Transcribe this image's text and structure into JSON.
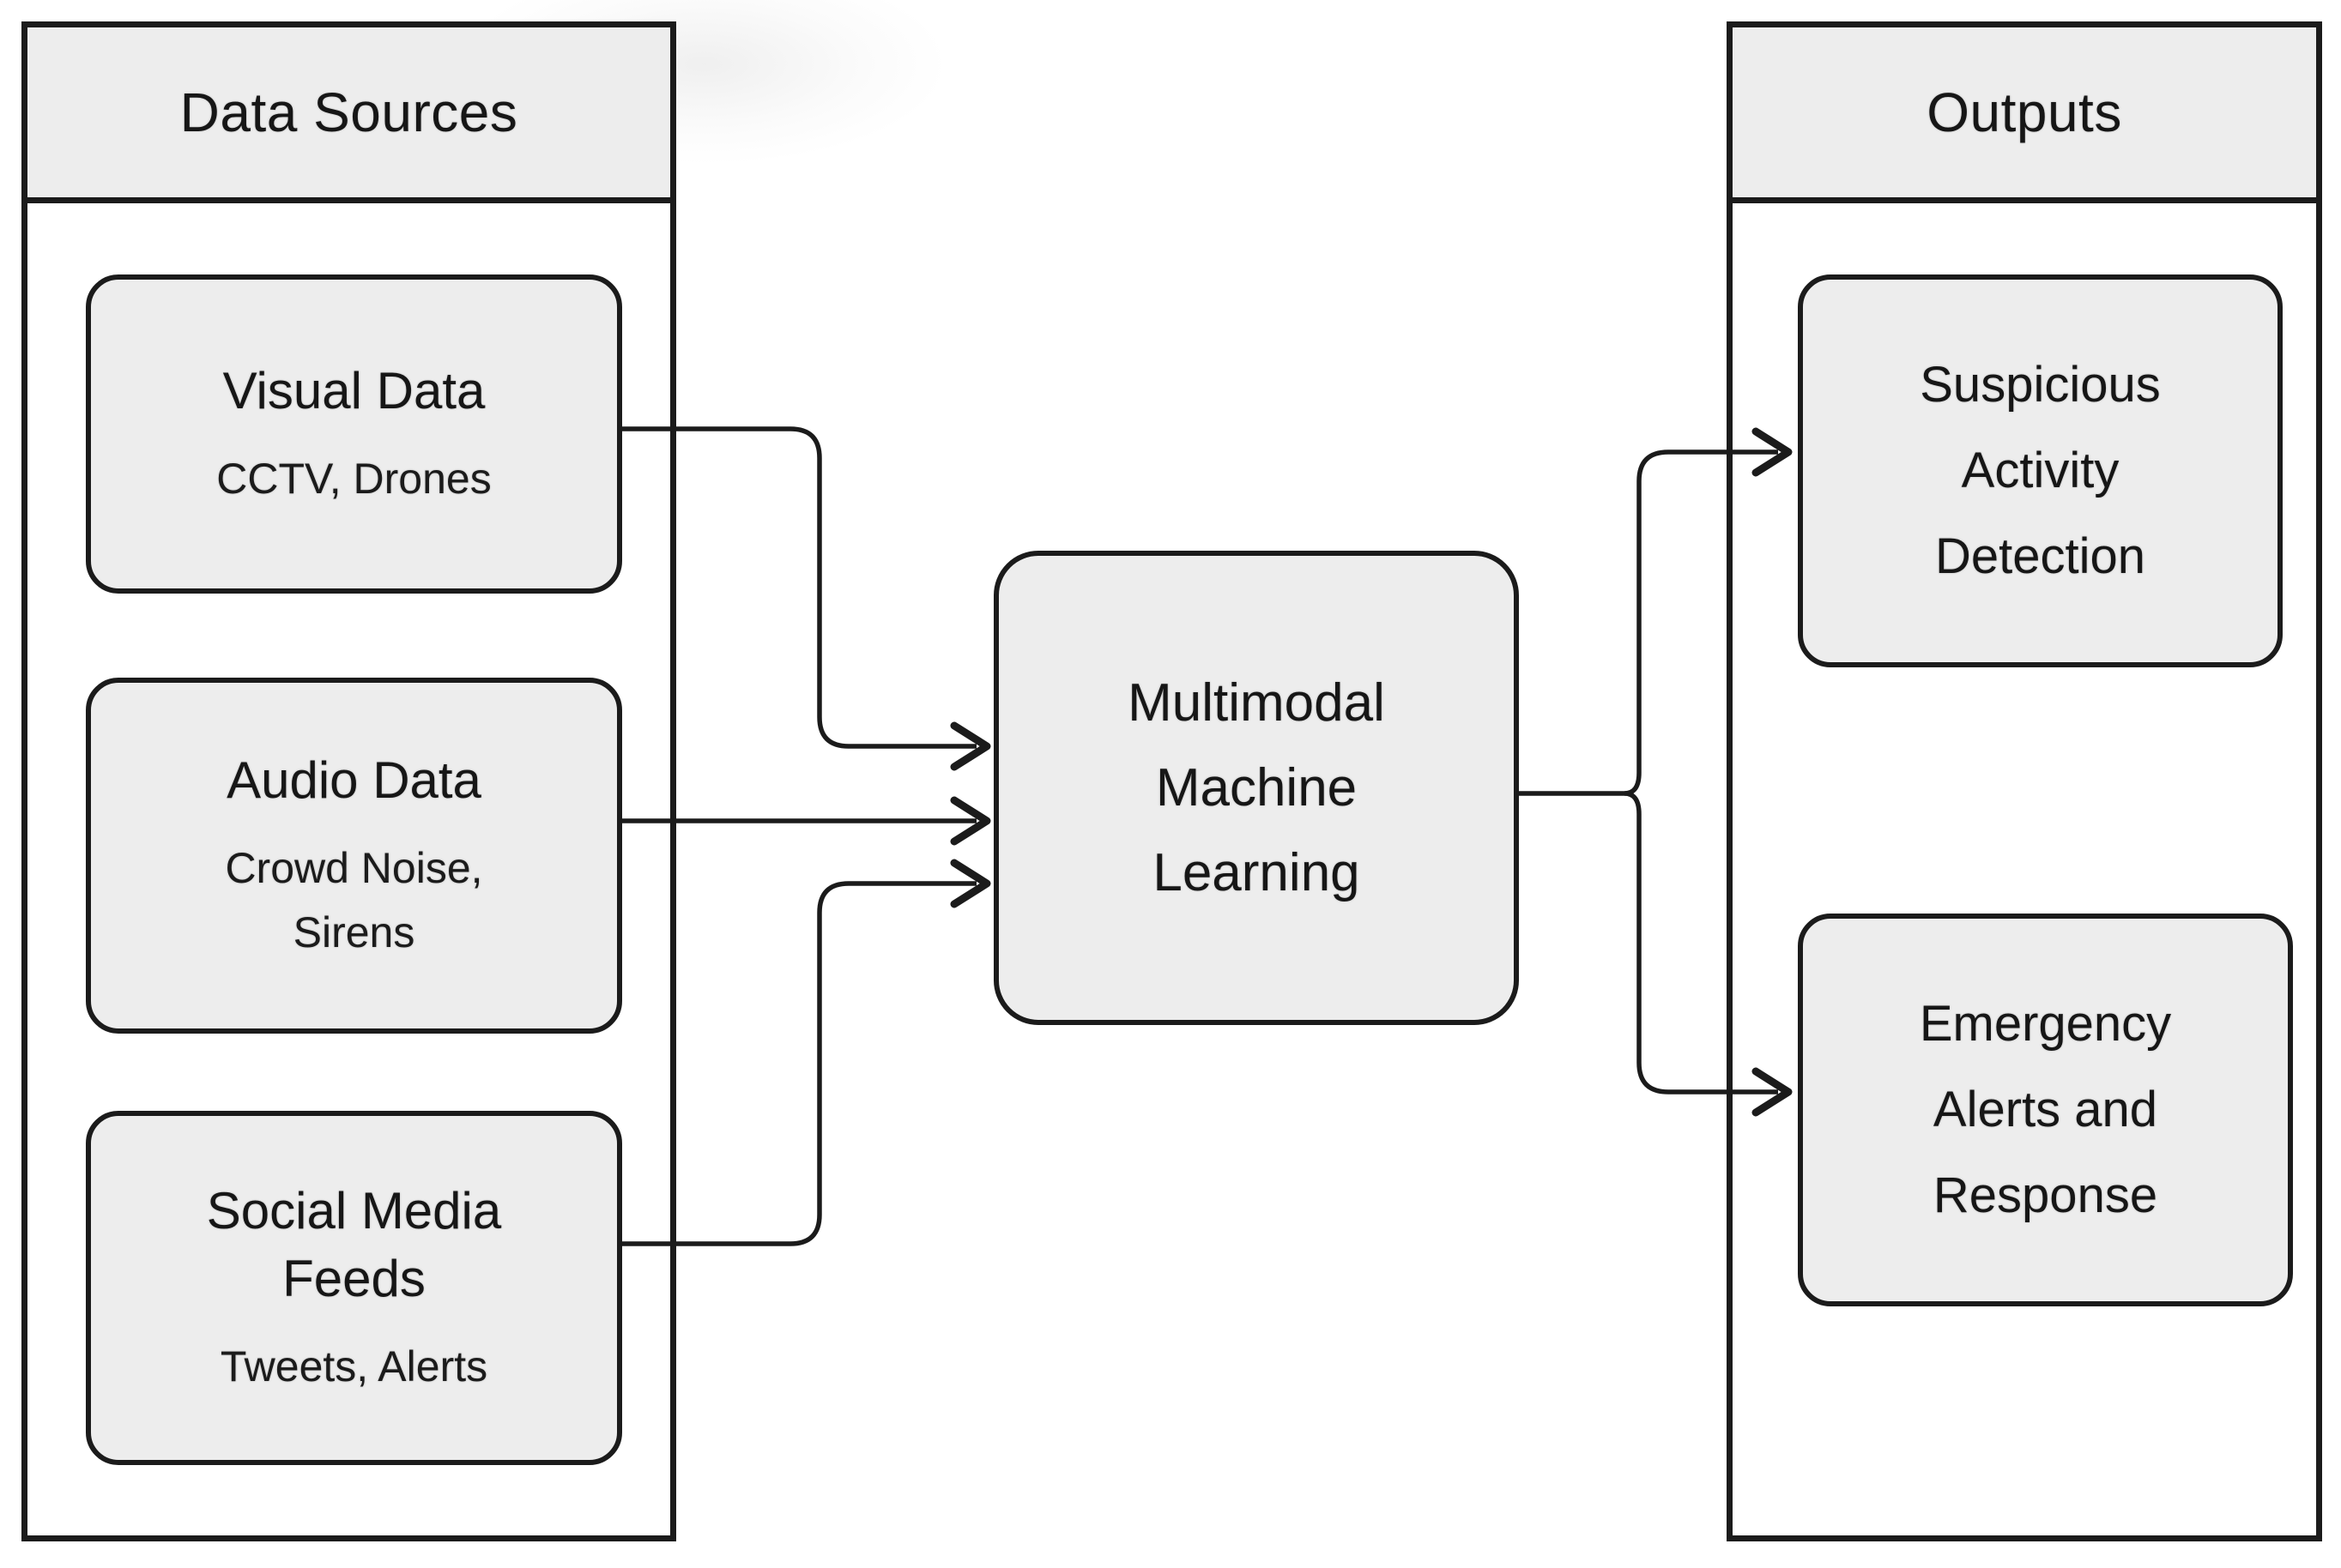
{
  "colors": {
    "background": "#ffffff",
    "node_fill": "#ededed",
    "stroke": "#1b1b1b",
    "text": "#161616"
  },
  "left_panel": {
    "title": "Data Sources",
    "nodes": [
      {
        "title": "Visual Data",
        "subtitle": "CCTV, Drones"
      },
      {
        "title": "Audio Data",
        "subtitle": "Crowd Noise,\nSirens"
      },
      {
        "title": "Social Media\nFeeds",
        "subtitle": "Tweets, Alerts"
      }
    ]
  },
  "center_node": {
    "label": "Multimodal\nMachine\nLearning"
  },
  "right_panel": {
    "title": "Outputs",
    "nodes": [
      {
        "label": "Suspicious\nActivity\nDetection"
      },
      {
        "label": "Emergency\nAlerts and\nResponse"
      }
    ]
  },
  "edges": [
    {
      "from": "Visual Data",
      "to": "Multimodal Machine Learning"
    },
    {
      "from": "Audio Data",
      "to": "Multimodal Machine Learning"
    },
    {
      "from": "Social Media Feeds",
      "to": "Multimodal Machine Learning"
    },
    {
      "from": "Multimodal Machine Learning",
      "to": "Suspicious Activity Detection"
    },
    {
      "from": "Multimodal Machine Learning",
      "to": "Emergency Alerts and Response"
    }
  ]
}
